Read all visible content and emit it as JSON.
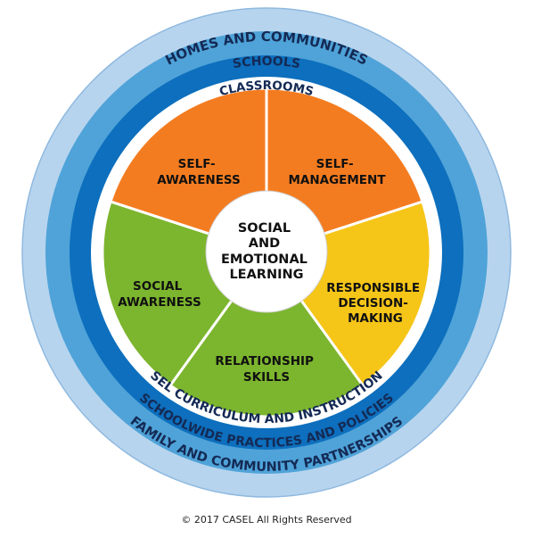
{
  "colors": {
    "homes_ring": "#b7d4ee",
    "schools_ring": "#4fa3d8",
    "classrooms_ring": "#0d6fbd",
    "ring_text": "#142a55",
    "self_awareness": "#f47c20",
    "self_management": "#f47c20",
    "responsible_decision_making": "#f5c518",
    "relationship_skills": "#7cb52e",
    "social_awareness": "#7cb52e",
    "center": "#ffffff"
  },
  "rings": {
    "homes_top": "HOMES AND COMMUNITIES",
    "schools_top": "SCHOOLS",
    "classrooms_top": "CLASSROOMS",
    "classrooms_bottom": "SEL CURRICULUM AND INSTRUCTION",
    "schools_bottom": "SCHOOLWIDE PRACTICES AND POLICIES",
    "homes_bottom": "FAMILY AND COMMUNITY PARTNERSHIPS"
  },
  "segments": {
    "self_awareness": [
      "SELF-",
      "AWARENESS"
    ],
    "self_management": [
      "SELF-",
      "MANAGEMENT"
    ],
    "responsible_decision_making": [
      "RESPONSIBLE",
      "DECISION-",
      "MAKING"
    ],
    "relationship_skills": [
      "RELATIONSHIP",
      "SKILLS"
    ],
    "social_awareness": [
      "SOCIAL",
      "AWARENESS"
    ]
  },
  "center": [
    "SOCIAL",
    "AND",
    "EMOTIONAL",
    "LEARNING"
  ],
  "copyright": "© 2017 CASEL All Rights Reserved"
}
